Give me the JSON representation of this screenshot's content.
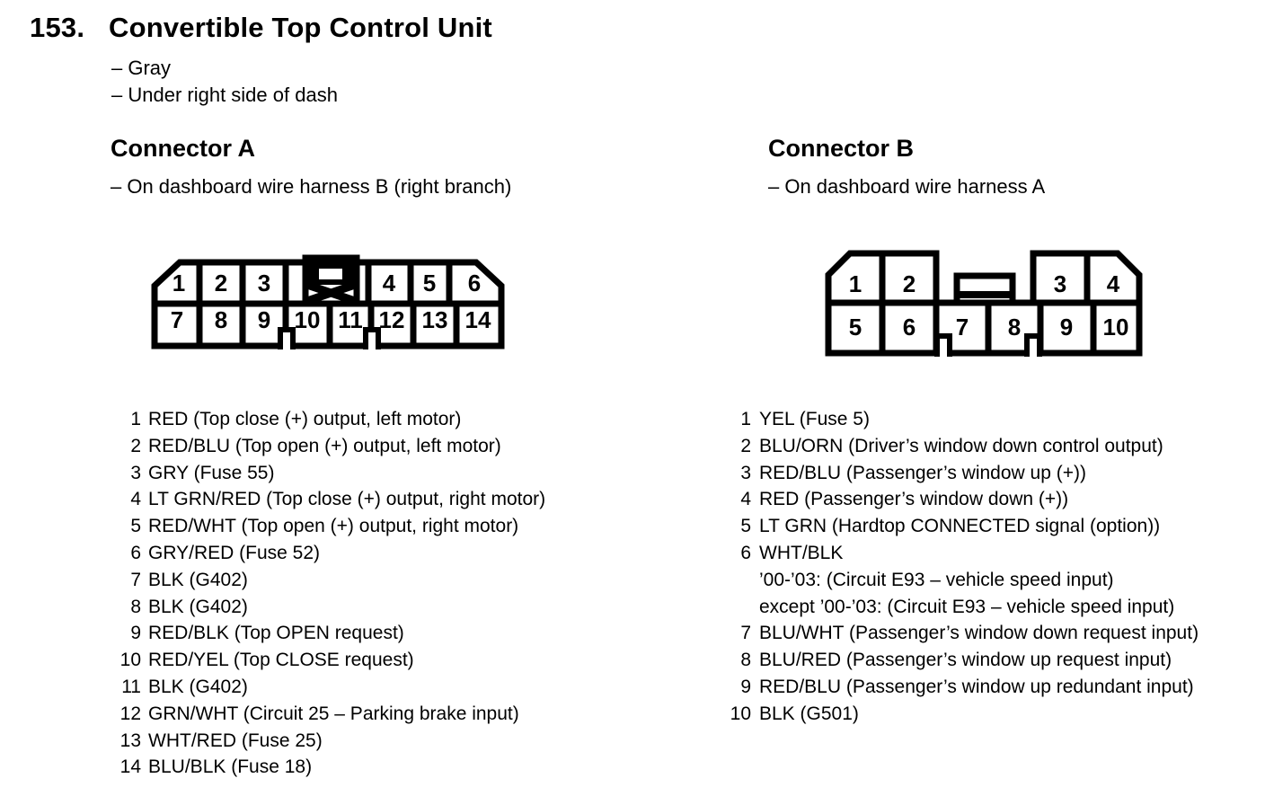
{
  "page": {
    "number": "153.",
    "title": "Convertible Top Control Unit",
    "notes": [
      "– Gray",
      "– Under right side of dash"
    ],
    "text_color": "#000000",
    "background_color": "#ffffff"
  },
  "connector_a": {
    "title": "Connector A",
    "subtitle": "– On dashboard wire harness B (right branch)",
    "diagram": {
      "top_row": [
        "1",
        "2",
        "3",
        "4",
        "5",
        "6"
      ],
      "bottom_row": [
        "7",
        "8",
        "9",
        "10",
        "11",
        "12",
        "13",
        "14"
      ]
    },
    "pins": [
      {
        "num": "1",
        "desc": "RED (Top close (+) output, left motor)"
      },
      {
        "num": "2",
        "desc": "RED/BLU (Top open (+) output, left motor)"
      },
      {
        "num": "3",
        "desc": "GRY (Fuse 55)"
      },
      {
        "num": "4",
        "desc": "LT GRN/RED (Top close (+) output, right motor)"
      },
      {
        "num": "5",
        "desc": "RED/WHT (Top open (+) output, right motor)"
      },
      {
        "num": "6",
        "desc": "GRY/RED (Fuse 52)"
      },
      {
        "num": "7",
        "desc": "BLK (G402)"
      },
      {
        "num": "8",
        "desc": "BLK (G402)"
      },
      {
        "num": "9",
        "desc": "RED/BLK (Top OPEN request)"
      },
      {
        "num": "10",
        "desc": "RED/YEL (Top CLOSE request)"
      },
      {
        "num": "11",
        "desc": "BLK (G402)"
      },
      {
        "num": "12",
        "desc": "GRN/WHT (Circuit 25 – Parking brake input)"
      },
      {
        "num": "13",
        "desc": "WHT/RED (Fuse 25)"
      },
      {
        "num": "14",
        "desc": "BLU/BLK (Fuse 18)"
      }
    ]
  },
  "connector_b": {
    "title": "Connector B",
    "subtitle": "– On dashboard wire harness A",
    "diagram": {
      "top_row": [
        "1",
        "2",
        "3",
        "4"
      ],
      "bottom_row": [
        "5",
        "6",
        "7",
        "8",
        "9",
        "10"
      ]
    },
    "pins": [
      {
        "num": "1",
        "desc": "YEL (Fuse 5)"
      },
      {
        "num": "2",
        "desc": "BLU/ORN (Driver’s window down control output)"
      },
      {
        "num": "3",
        "desc": "RED/BLU (Passenger’s window up (+))"
      },
      {
        "num": "4",
        "desc": "RED (Passenger’s window down (+))"
      },
      {
        "num": "5",
        "desc": "LT GRN (Hardtop CONNECTED signal (option))"
      },
      {
        "num": "6",
        "desc": "WHT/BLK"
      },
      {
        "num": "",
        "desc": "’00-’03: (Circuit E93 – vehicle speed input)"
      },
      {
        "num": "",
        "desc": "except ’00-’03: (Circuit E93 – vehicle speed input)"
      },
      {
        "num": "7",
        "desc": "BLU/WHT (Passenger’s window down request input)"
      },
      {
        "num": "8",
        "desc": "BLU/RED (Passenger’s window up request input)"
      },
      {
        "num": "9",
        "desc": "RED/BLU (Passenger’s window up redundant input)"
      },
      {
        "num": "10",
        "desc": "BLK (G501)"
      }
    ]
  }
}
